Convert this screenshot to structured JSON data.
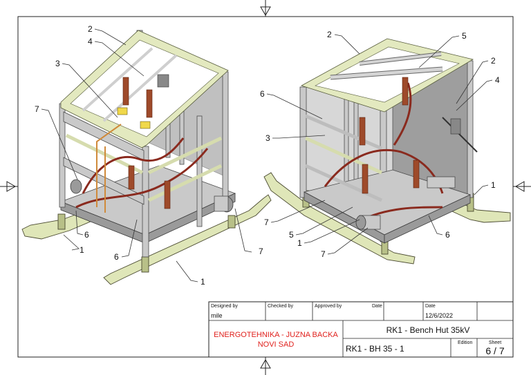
{
  "views": {
    "left": {
      "callouts": [
        "2",
        "4",
        "3",
        "7",
        "6",
        "1",
        "6",
        "7",
        "1"
      ]
    },
    "right": {
      "callouts": [
        "2",
        "5",
        "6",
        "2",
        "4",
        "3",
        "1",
        "7",
        "5",
        "1",
        "6",
        "7"
      ]
    }
  },
  "title_block": {
    "designed_by_label": "Designed by",
    "checked_by_label": "Checked by",
    "approved_by_label": "Approved by",
    "date_label_1": "Date",
    "date_label_2": "Date",
    "designer": "mile",
    "date": "12/6/2022",
    "company_line1": "ENERGOTEHNIKA - JUZNA BACKA",
    "company_line2": "NOVI SAD",
    "title": "RK1 - Bench Hut 35kV",
    "drawing_number": "RK1 - BH 35 - 1",
    "edition_label": "Edition",
    "sheet_label": "Sheet",
    "sheet": "6 / 7"
  },
  "colors": {
    "company_text": "#e0201c",
    "skid": "#dfe6b8",
    "frame_metal": "#c9c9c9",
    "cable": "#8a2a1e"
  }
}
